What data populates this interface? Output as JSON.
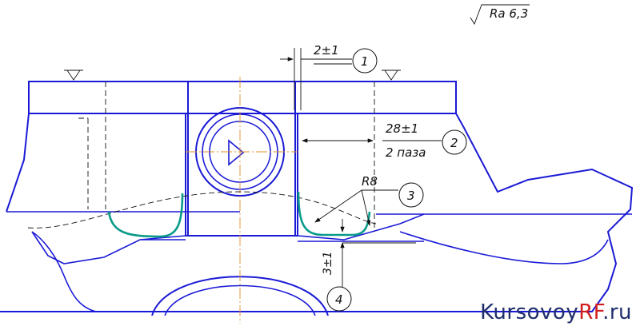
{
  "roughness": "Ra 6,3",
  "balloons": {
    "b1": "1",
    "b2": "2",
    "b3": "3",
    "b4": "4"
  },
  "dims": {
    "gap": "2±1",
    "slot_width": "28±1",
    "slot_count": "2 паза",
    "radius": "R8",
    "depth": "3±1"
  },
  "watermark": {
    "main": "Kursovoy",
    "accent": "RF",
    "suffix": ".ru"
  },
  "colors": {
    "contour": "#1a1ad6",
    "weld": "#0a9a8a",
    "axis": "#e09030"
  }
}
